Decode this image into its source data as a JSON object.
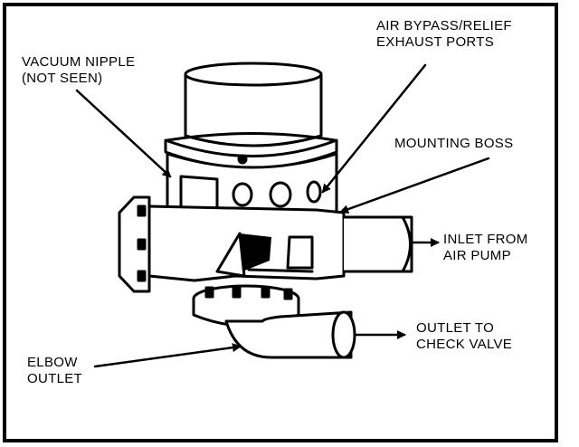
{
  "labels": {
    "vacuum_nipple": [
      "VACUUM NIPPLE",
      "(NOT SEEN)"
    ],
    "air_bypass": [
      "AIR BYPASS/RELIEF",
      "EXHAUST PORTS"
    ],
    "mounting_boss": [
      "MOUNTING BOSS"
    ],
    "inlet": [
      "INLET FROM",
      "AIR PUMP"
    ],
    "outlet": [
      "OUTLET TO",
      "CHECK VALVE"
    ],
    "elbow": [
      "ELBOW",
      "OUTLET"
    ]
  }
}
